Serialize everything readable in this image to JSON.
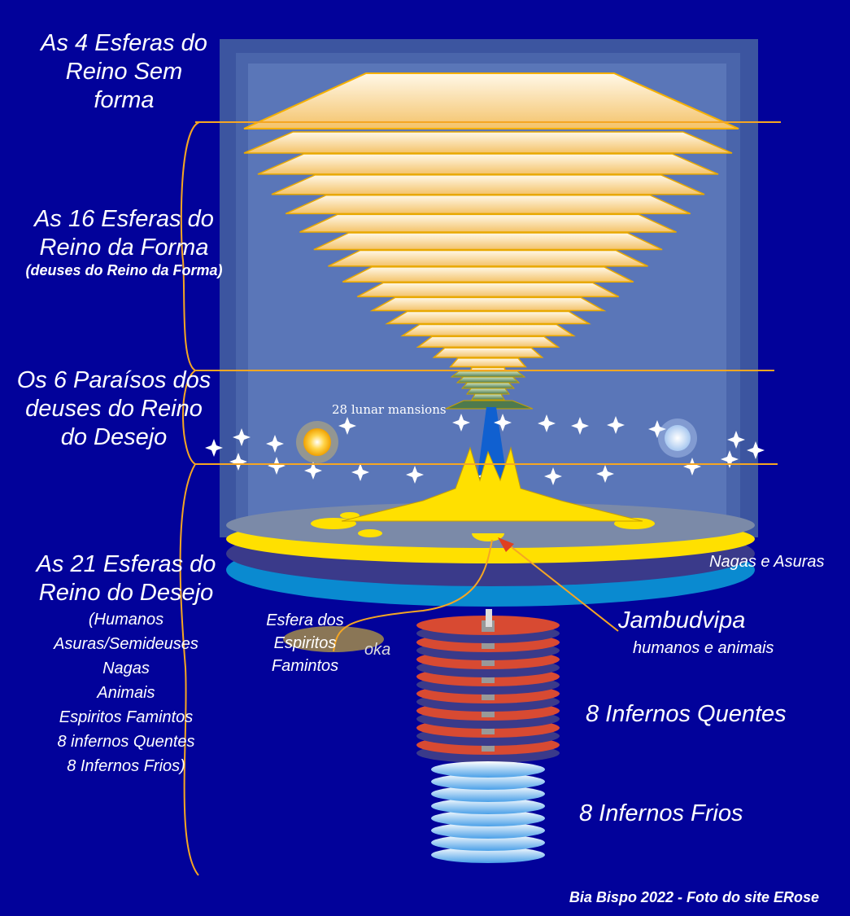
{
  "labels": {
    "formless": {
      "l1": "As 4 Esferas do",
      "l2": "Reino Sem",
      "l3": "forma"
    },
    "form": {
      "l1": "As 16 Esferas do",
      "l2": "Reino da Forma",
      "l3": "(deuses do Reino da Forma)"
    },
    "paradises": {
      "l1": "Os 6 Paraísos  dos",
      "l2": "deuses do Reino",
      "l3": "do Desejo"
    },
    "desire": {
      "l1": "As 21 Esferas do",
      "l2": "Reino do Desejo",
      "items": [
        "(Humanos",
        "Asuras/Semideuses",
        "Nagas",
        "Animais",
        "Espiritos Famintos",
        "8 infernos Quentes",
        "8 Infernos Frios)"
      ]
    },
    "lunar": "28 lunar mansions",
    "nagas": "Nagas e Asuras",
    "jambudvipa": "Jambudvipa",
    "jambu_sub": "humanos e animais",
    "ghosts": {
      "l1": "Esfera dos",
      "l2": "Espiritos",
      "l3": "Famintos",
      "overlap": "oka"
    },
    "hot_hells": "8 Infernos Quentes",
    "cold_hells": "8 Infernos Frios",
    "credit": "Bia Bispo 2022 - Foto do site  ERose"
  },
  "colors": {
    "background": "#02029a",
    "line": "#f5a623",
    "box_outer": "#3c55a0",
    "box_inner": "#5a76b8"
  }
}
